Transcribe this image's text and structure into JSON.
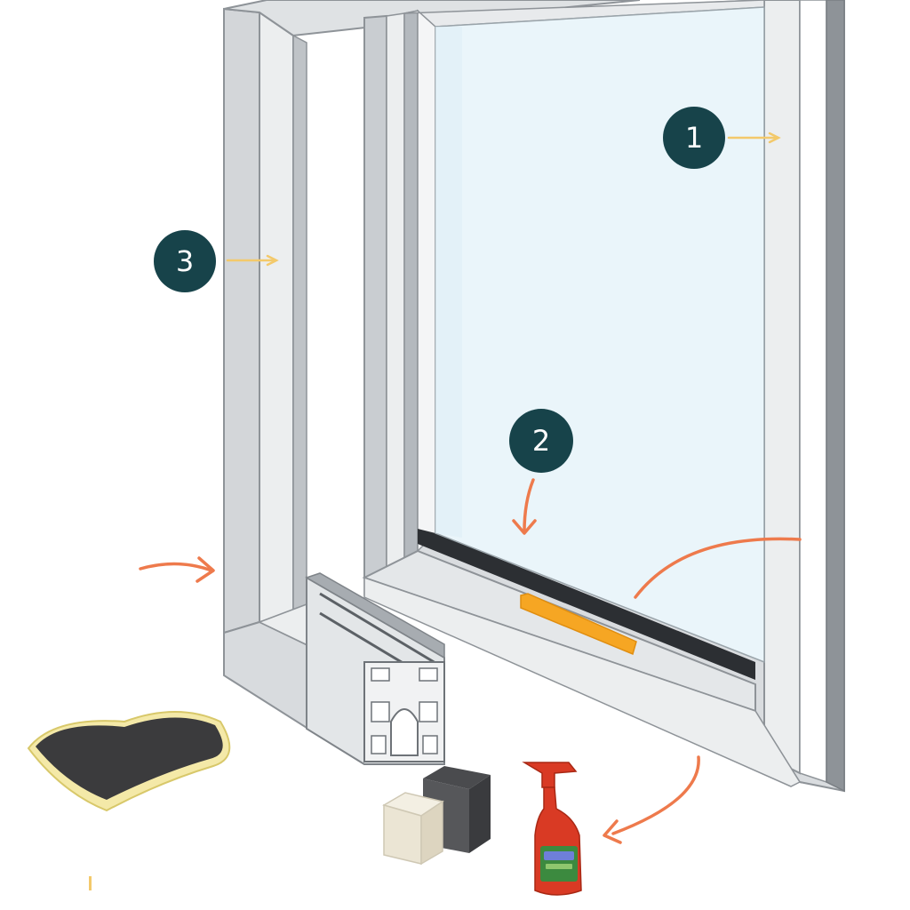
{
  "callouts": [
    {
      "number": "1"
    },
    {
      "number": "2"
    },
    {
      "number": "3"
    }
  ],
  "colors": {
    "callout_fill": "#17434a",
    "callout_text": "#ffffff",
    "pointer_yellow": "#f3c96b",
    "arrow_orange": "#ee7a4c",
    "frame_light": "#eceeef",
    "frame_mid": "#cfd3d6",
    "frame_dark": "#8e9398",
    "glass": "#eaf5fa",
    "gasket": "#2c2f33",
    "drain_slot": "#f6a623",
    "sponge_dark": "#3b3b3d",
    "sponge_yellow": "#f4e9a8",
    "spray_bottle": "#d93a24",
    "spray_label": "#3c8a3f"
  },
  "icons": {
    "cleaning_items": [
      "cloth-icon",
      "pumice-block-icon",
      "abrasive-block-icon",
      "spray-bottle-icon"
    ]
  }
}
